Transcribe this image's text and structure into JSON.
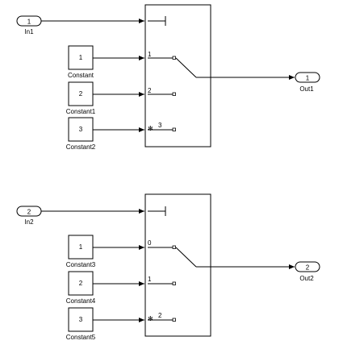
{
  "diagram": {
    "top": {
      "inport": {
        "number": "1",
        "label": "In1"
      },
      "constants": [
        {
          "value": "1",
          "label": "Constant"
        },
        {
          "value": "2",
          "label": "Constant1"
        },
        {
          "value": "3",
          "label": "Constant2"
        }
      ],
      "switch": {
        "port_labels": [
          "1",
          "2",
          "3"
        ]
      },
      "outport": {
        "number": "1",
        "label": "Out1"
      }
    },
    "bottom": {
      "inport": {
        "number": "2",
        "label": "In2"
      },
      "constants": [
        {
          "value": "1",
          "label": "Constant3"
        },
        {
          "value": "2",
          "label": "Constant4"
        },
        {
          "value": "3",
          "label": "Constant5"
        }
      ],
      "switch": {
        "port_labels": [
          "0",
          "1",
          "2"
        ]
      },
      "outport": {
        "number": "2",
        "label": "Out2"
      }
    },
    "default_case_symbol": "✻"
  }
}
